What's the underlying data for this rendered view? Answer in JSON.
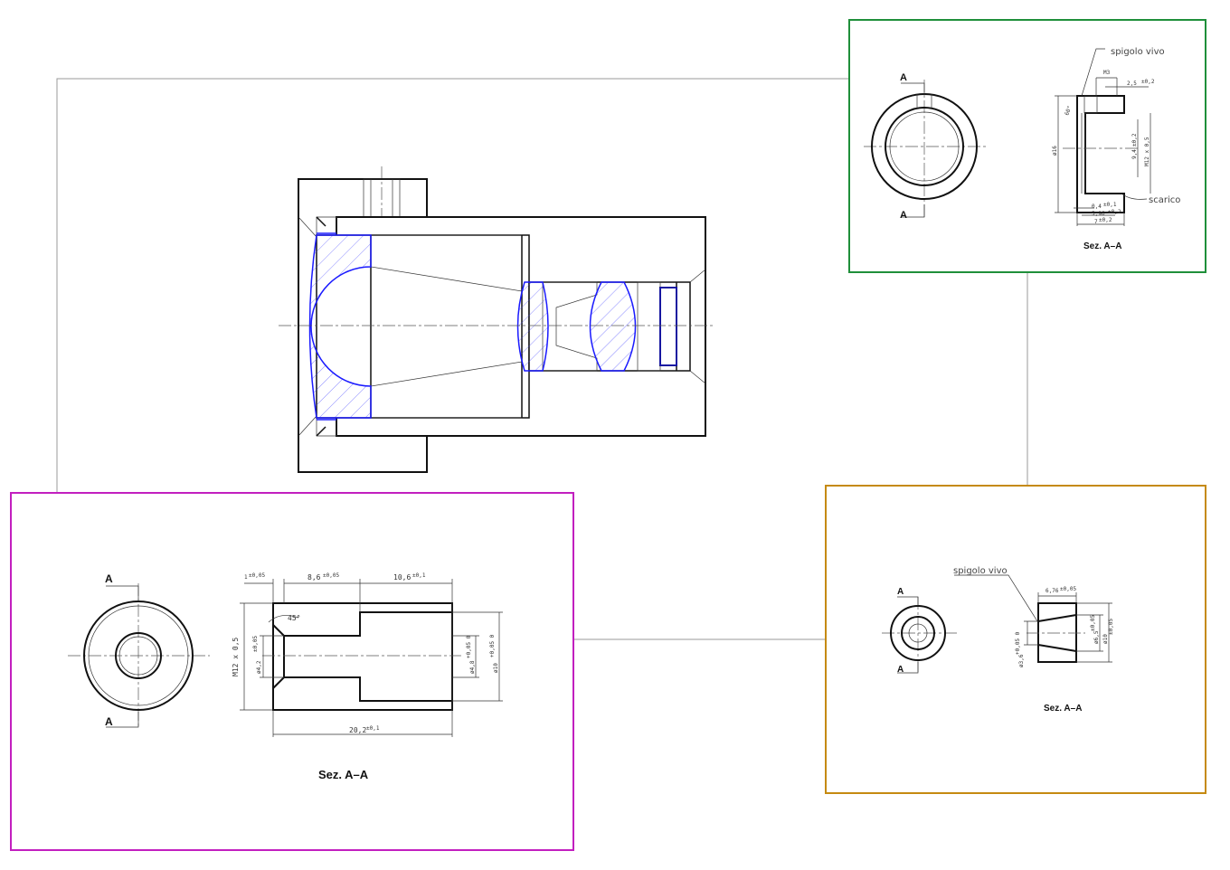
{
  "colors": {
    "detail_1_frame": "#1f8f3a",
    "detail_2_frame": "#c21fbf",
    "detail_3_frame": "#c58a10",
    "lens": "#1a1aff",
    "connector": "#999999"
  },
  "detail_top_right": {
    "section_mark": "A",
    "callout_sharp_edge": "spigolo  vivo",
    "callout_relief": "scarico",
    "dim_thread_m3": "M3",
    "dim_2_5": "2,5",
    "dim_2_5_tol": "±0,2",
    "dim_angle": "60°",
    "dim_diameter_16": "ø16",
    "dim_9_4": "9,4",
    "dim_9_4_tol": "±0,2",
    "dim_thread": "M12 x 0,5",
    "dim_0_4": "0,4",
    "dim_0_4_tol": "±0,1",
    "dim_5_96": "5,96",
    "dim_5_96_tol": "±0,2",
    "dim_7": "7",
    "dim_7_tol": "±0,2",
    "caption": "Sez.  A–A"
  },
  "detail_bottom_left": {
    "section_mark": "A",
    "dim_1": "1",
    "dim_1_tol": "±0,05",
    "dim_8_6": "8,6",
    "dim_8_6_tol": "±0,05",
    "dim_10_6": "10,6",
    "dim_10_6_tol": "±0,1",
    "dim_angle": "45°",
    "dim_thread": "M12  x  0,5",
    "dim_dia_4_2": "ø4,2",
    "dim_dia_4_2_tol": "±0,05",
    "dim_dia_4_8": "ø4,8",
    "dim_dia_4_8_tol": "+0,05 0",
    "dim_dia_10": "ø10",
    "dim_dia_10_tol": "+0,05 0",
    "dim_20_2": "20,2",
    "dim_20_2_tol": "±0,1",
    "caption": "Sez.  A–A"
  },
  "detail_bottom_right": {
    "section_mark": "A",
    "callout_sharp_edge": "spigolo  vivo",
    "dim_6_76": "6,76",
    "dim_6_76_tol": "±0,05",
    "dim_dia_6_5": "ø6,5",
    "dim_dia_6_5_tol": "±0,05",
    "dim_dia_10": "ø10",
    "dim_dia_10_tol": "±0,05",
    "dim_dia_3_6": "ø3,6",
    "dim_dia_3_6_tol": "+0,05 0",
    "caption": "Sez.  A–A"
  }
}
